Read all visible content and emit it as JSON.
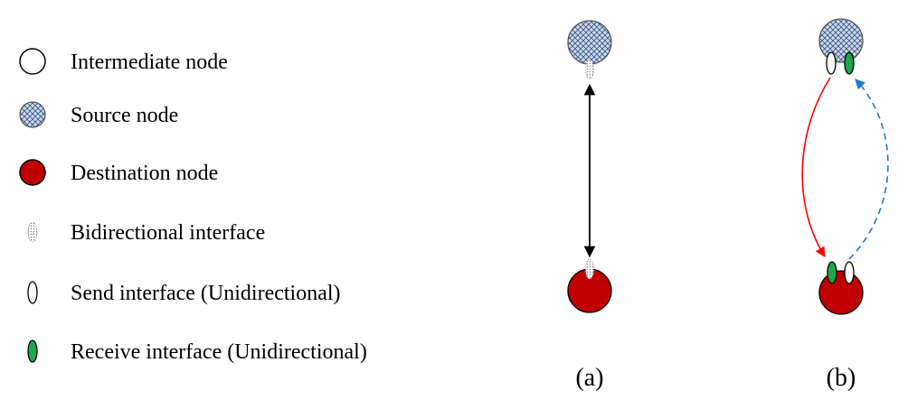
{
  "legend": {
    "items": [
      {
        "label": "Intermediate node"
      },
      {
        "label": "Source node"
      },
      {
        "label": "Destination node"
      },
      {
        "label": "Bidirectional interface"
      },
      {
        "label": "Send interface (Unidirectional)"
      },
      {
        "label": "Receive interface (Unidirectional)"
      }
    ]
  },
  "diagrams": {
    "a": {
      "caption": "(a)"
    },
    "b": {
      "caption": "(b)"
    }
  },
  "colors": {
    "source_fill": "#c9dbe8",
    "source_hatch": "#3a4f8a",
    "destination_fill": "#c00000",
    "receive_interface": "#1fa64a",
    "send_interface": "#ffffff",
    "send_arrow": "#ff0000",
    "receive_arrow": "#1f77c8",
    "bidirectional_arrow": "#000000"
  },
  "icons": {
    "intermediate": "hollow-circle-icon",
    "source": "crosshatch-circle-icon",
    "destination": "red-circle-icon",
    "bidirectional": "dotted-ellipse-icon",
    "send": "hollow-ellipse-icon",
    "receive": "green-ellipse-icon"
  }
}
